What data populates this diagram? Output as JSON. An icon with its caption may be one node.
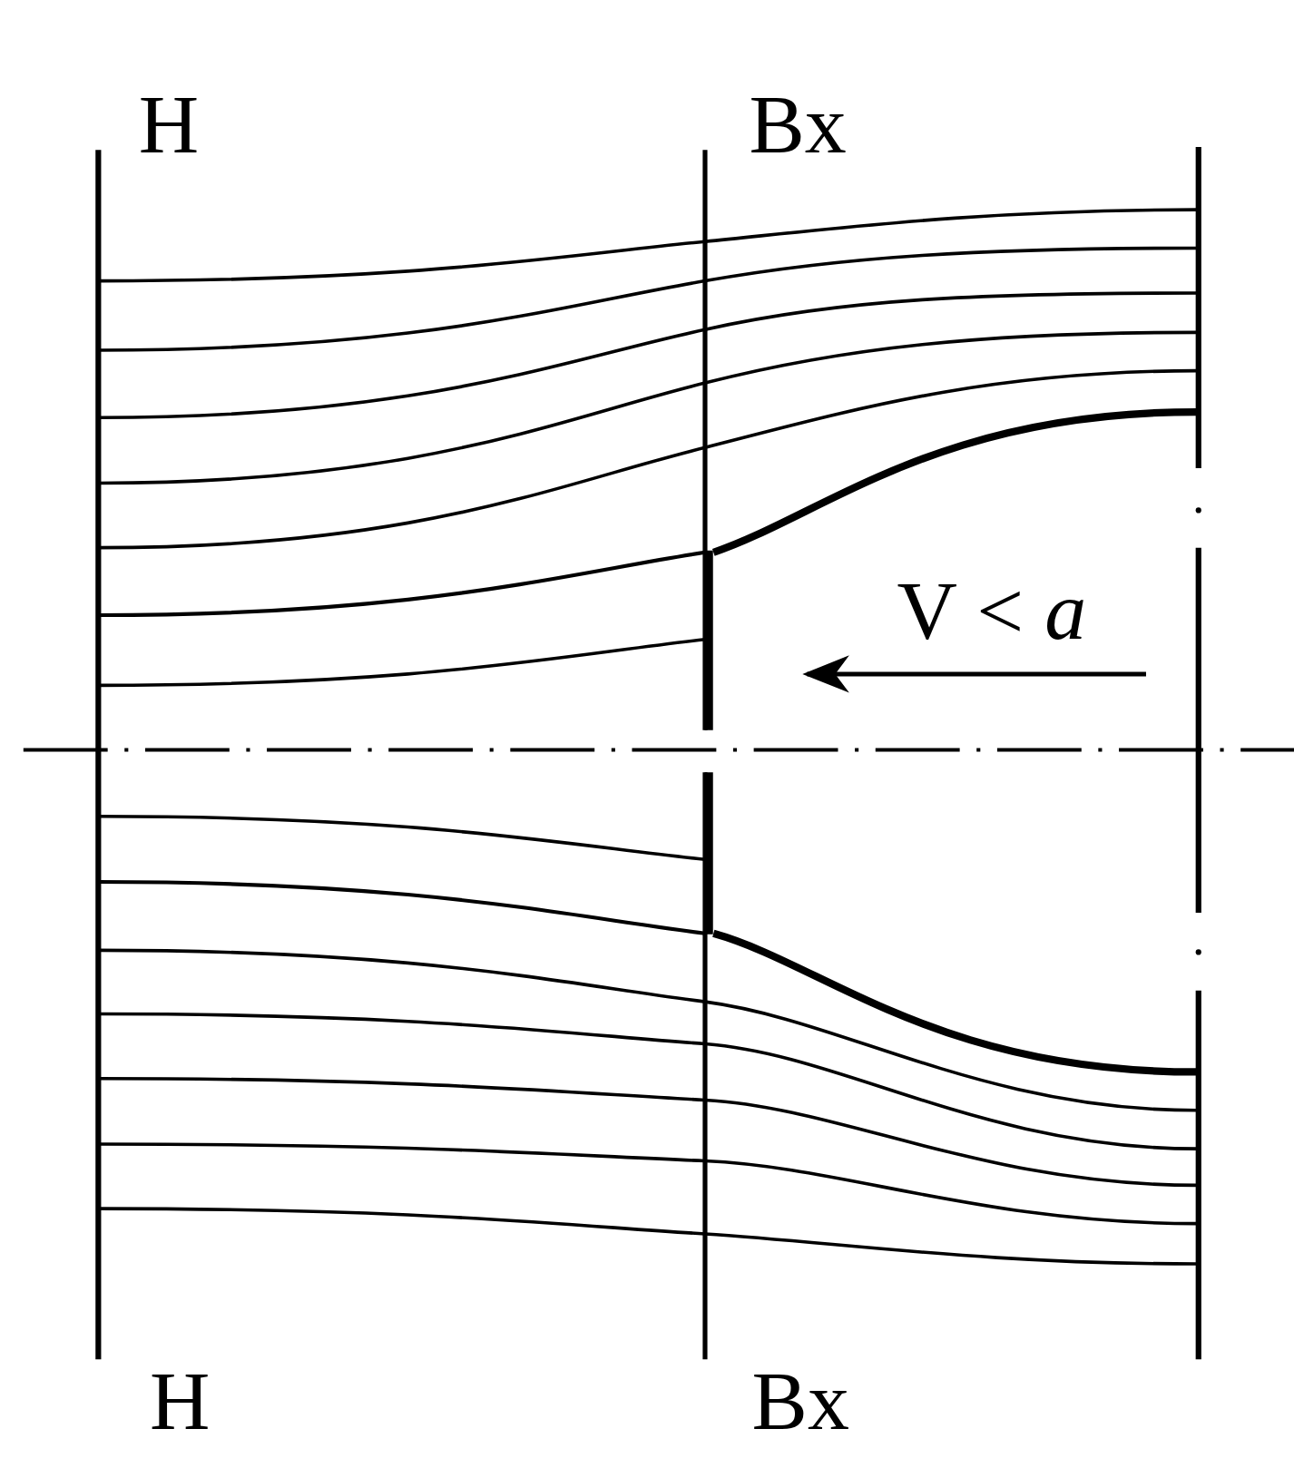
{
  "diagram": {
    "labels": [
      "H",
      "Bx",
      "V < *a*",
      "H",
      "Bx"
    ]
  }
}
